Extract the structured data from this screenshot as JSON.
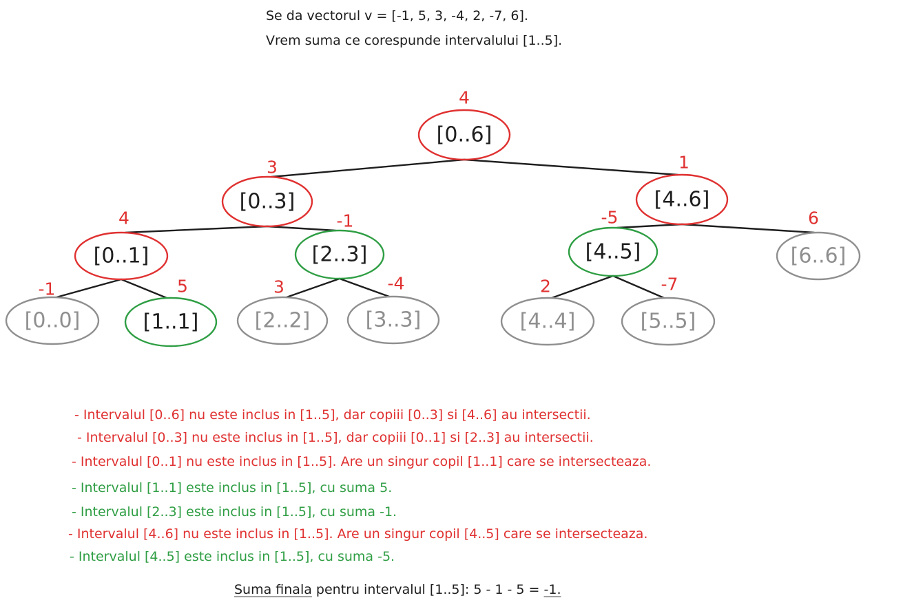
{
  "intro": {
    "line1": "Se da vectorul v = [-1, 5, 3, -4, 2, -7, 6].",
    "line2": "Vrem suma ce corespunde intervalului [1..5]."
  },
  "colors": {
    "red": "#e03131",
    "green": "#2f9e44",
    "gray": "#8f8f8f",
    "dark": "#1e1e1e"
  },
  "tree": {
    "nodes": [
      {
        "id": "n06",
        "label": "[0..6]",
        "sum": "4",
        "state": "partial"
      },
      {
        "id": "n03",
        "label": "[0..3]",
        "sum": "3",
        "state": "partial"
      },
      {
        "id": "n46",
        "label": "[4..6]",
        "sum": "1",
        "state": "partial"
      },
      {
        "id": "n01",
        "label": "[0..1]",
        "sum": "4",
        "state": "partial"
      },
      {
        "id": "n23",
        "label": "[2..3]",
        "sum": "-1",
        "state": "included"
      },
      {
        "id": "n45",
        "label": "[4..5]",
        "sum": "-5",
        "state": "included"
      },
      {
        "id": "n66",
        "label": "[6..6]",
        "sum": "6",
        "state": "outside"
      },
      {
        "id": "n00",
        "label": "[0..0]",
        "sum": "-1",
        "state": "outside"
      },
      {
        "id": "n11",
        "label": "[1..1]",
        "sum": "5",
        "state": "included"
      },
      {
        "id": "n22",
        "label": "[2..2]",
        "sum": "3",
        "state": "outside"
      },
      {
        "id": "n33",
        "label": "[3..3]",
        "sum": "-4",
        "state": "outside"
      },
      {
        "id": "n44",
        "label": "[4..4]",
        "sum": "2",
        "state": "outside"
      },
      {
        "id": "n55",
        "label": "[5..5]",
        "sum": "-7",
        "state": "outside"
      }
    ],
    "edges": [
      [
        "n06",
        "n03"
      ],
      [
        "n06",
        "n46"
      ],
      [
        "n03",
        "n01"
      ],
      [
        "n03",
        "n23"
      ],
      [
        "n46",
        "n45"
      ],
      [
        "n46",
        "n66"
      ],
      [
        "n01",
        "n00"
      ],
      [
        "n01",
        "n11"
      ],
      [
        "n23",
        "n22"
      ],
      [
        "n23",
        "n33"
      ],
      [
        "n45",
        "n44"
      ],
      [
        "n45",
        "n55"
      ]
    ]
  },
  "explanations": [
    {
      "text": "- Intervalul [0..6] nu este inclus in [1..5], dar copiii [0..3] si [4..6] au intersectii.",
      "color": "red"
    },
    {
      "text": "- Intervalul [0..3] nu este inclus in [1..5], dar copiii [0..1] si [2..3] au intersectii.",
      "color": "red"
    },
    {
      "text": "- Intervalul [0..1] nu este inclus in [1..5]. Are un singur copil [1..1] care se intersecteaza.",
      "color": "red"
    },
    {
      "text": "- Intervalul [1..1] este inclus in [1..5], cu suma 5.",
      "color": "green"
    },
    {
      "text": "- Intervalul [2..3] este inclus in [1..5], cu suma -1.",
      "color": "green"
    },
    {
      "text": "- Intervalul [4..6] nu este inclus in [1..5]. Are un singur copil [4..5] care se intersecteaza.",
      "color": "red"
    },
    {
      "text": "- Intervalul [4..5] este inclus in [1..5], cu suma -5.",
      "color": "green"
    }
  ],
  "final": {
    "label": "Suma finala",
    "middle": " pentru intervalul [1..5]: 5 - 1 - 5 = ",
    "result": "-1."
  }
}
